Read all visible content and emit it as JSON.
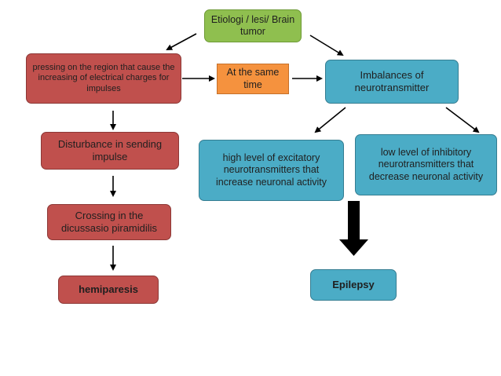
{
  "nodes": {
    "etiology": "Etiologi / lesi/ Brain tumor",
    "pressing": "pressing on the region that cause the increasing of electrical charges for impulses",
    "same_time": "At the same time",
    "imbalance": "Imbalances of neurotransmitter",
    "disturbance": "Disturbance in sending impulse",
    "crossing": "Crossing in the dicussasio piramidilis",
    "hemiparesis": "hemiparesis",
    "high_level": "high level of excitatory neurotransmitters that increase neuronal activity",
    "low_level": "low level of inhibitory neurotransmitters that decrease neuronal activity",
    "epilepsy": "Epilepsy"
  },
  "colors": {
    "green": "#8fbf4f",
    "red": "#c0504d",
    "orange": "#f5923e",
    "blue": "#4bacc6"
  }
}
